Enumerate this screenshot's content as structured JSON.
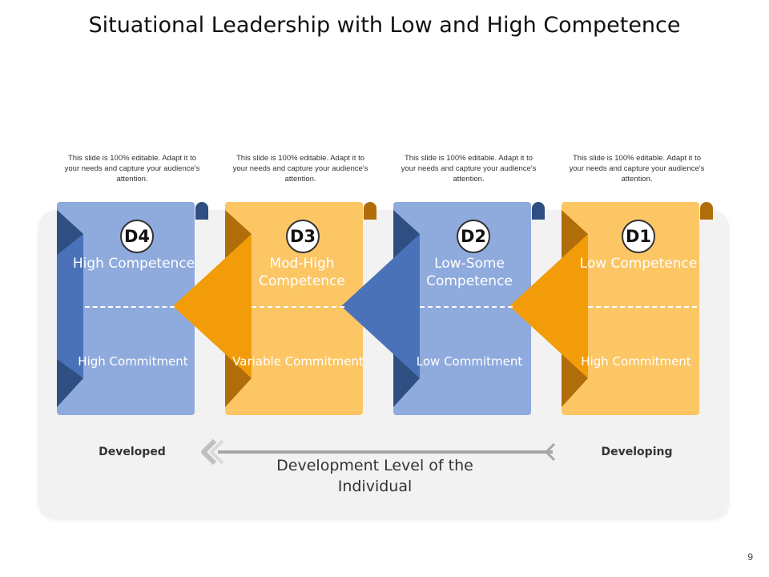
{
  "title": "Situational Leadership with Low and High Competence",
  "note_text": "This slide is 100% editable. Adapt it to your needs and capture your audience's attention.",
  "stages": [
    {
      "badge": "D4",
      "level": "High Competence",
      "commitment": "High Commitment",
      "color": "#8faadc"
    },
    {
      "badge": "D3",
      "level": "Mod-High Competence",
      "commitment": "Variable Commitment",
      "color": "#fcc665"
    },
    {
      "badge": "D2",
      "level": "Low-Some Competence",
      "commitment": "Low Commitment",
      "color": "#8faadc"
    },
    {
      "badge": "D1",
      "level": "Low Competence",
      "commitment": "High Commitment",
      "color": "#fcc665"
    }
  ],
  "axis": {
    "left_label": "Developed",
    "right_label": "Developing",
    "caption": "Development Level of the Individual"
  },
  "colors": {
    "blue_light": "#8faadc",
    "blue_mid": "#4a72b8",
    "blue_dark": "#2f4f82",
    "orange_light": "#fcc665",
    "orange_mid": "#f29c0a",
    "orange_dark": "#b06d0a"
  },
  "page_number": "9"
}
